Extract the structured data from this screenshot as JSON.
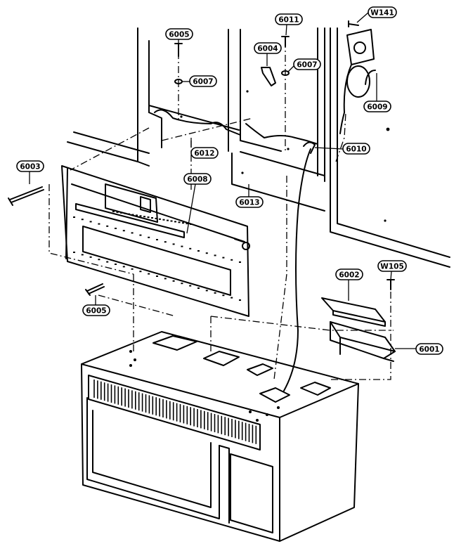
{
  "callouts": {
    "p6003": "6003",
    "p6005a": "6005",
    "p6005b": "6005",
    "p6007a": "6007",
    "p6004": "6004",
    "p6007b": "6007",
    "p6011": "6011",
    "pW141": "W141",
    "p6009": "6009",
    "p6012": "6012",
    "p6010": "6010",
    "p6008": "6008",
    "p6013": "6013",
    "p6002": "6002",
    "pW105": "W105",
    "p6001": "6001"
  }
}
